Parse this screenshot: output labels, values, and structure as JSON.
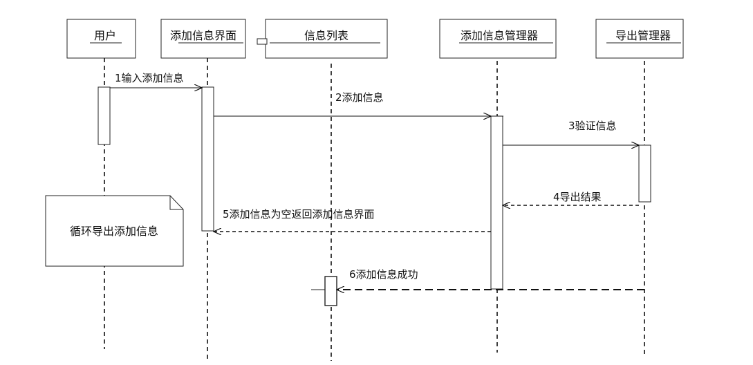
{
  "participants": [
    {
      "id": "user",
      "label": "用户"
    },
    {
      "id": "add-ui",
      "label": "添加信息界面"
    },
    {
      "id": "info-list",
      "label": "信息列表"
    },
    {
      "id": "add-manager",
      "label": "添加信息管理器"
    },
    {
      "id": "export-manager",
      "label": "导出管理器"
    }
  ],
  "messages": [
    {
      "id": "m1",
      "label": "1输入添加信息"
    },
    {
      "id": "m2",
      "label": "2添加信息"
    },
    {
      "id": "m3",
      "label": "3验证信息"
    },
    {
      "id": "m4",
      "label": "4导出结果"
    },
    {
      "id": "m5",
      "label": "5添加信息为空返回添加信息界面"
    },
    {
      "id": "m6",
      "label": "6添加信息成功"
    }
  ],
  "note": {
    "label": "循环导出添加信息"
  }
}
